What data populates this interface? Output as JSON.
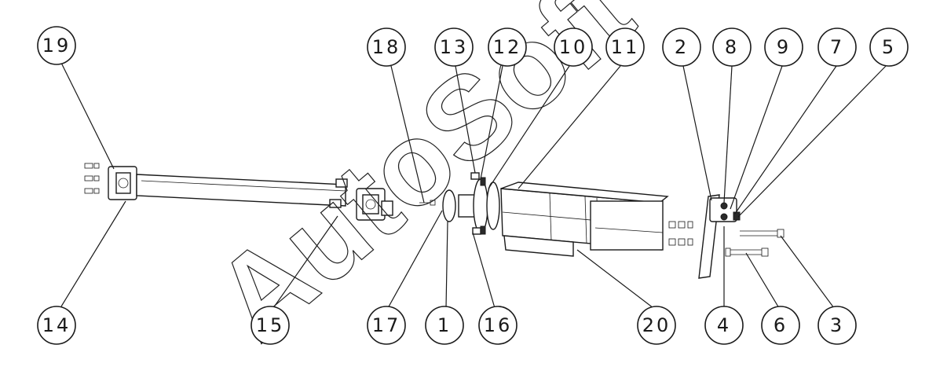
{
  "balloons": {
    "b19": "19",
    "b18": "18",
    "b13": "13",
    "b12": "12",
    "b10": "10",
    "b11": "11",
    "b2": "2",
    "b8": "8",
    "b9": "9",
    "b7": "7",
    "b5": "5",
    "b14": "14",
    "b15": "15",
    "b17": "17",
    "b1": "1",
    "b16": "16",
    "b20": "20",
    "b4": "4",
    "b6": "6",
    "b3": "3"
  },
  "watermark": "AutoSoft",
  "colors": {
    "line": "#1a1a1a",
    "background": "#ffffff"
  }
}
